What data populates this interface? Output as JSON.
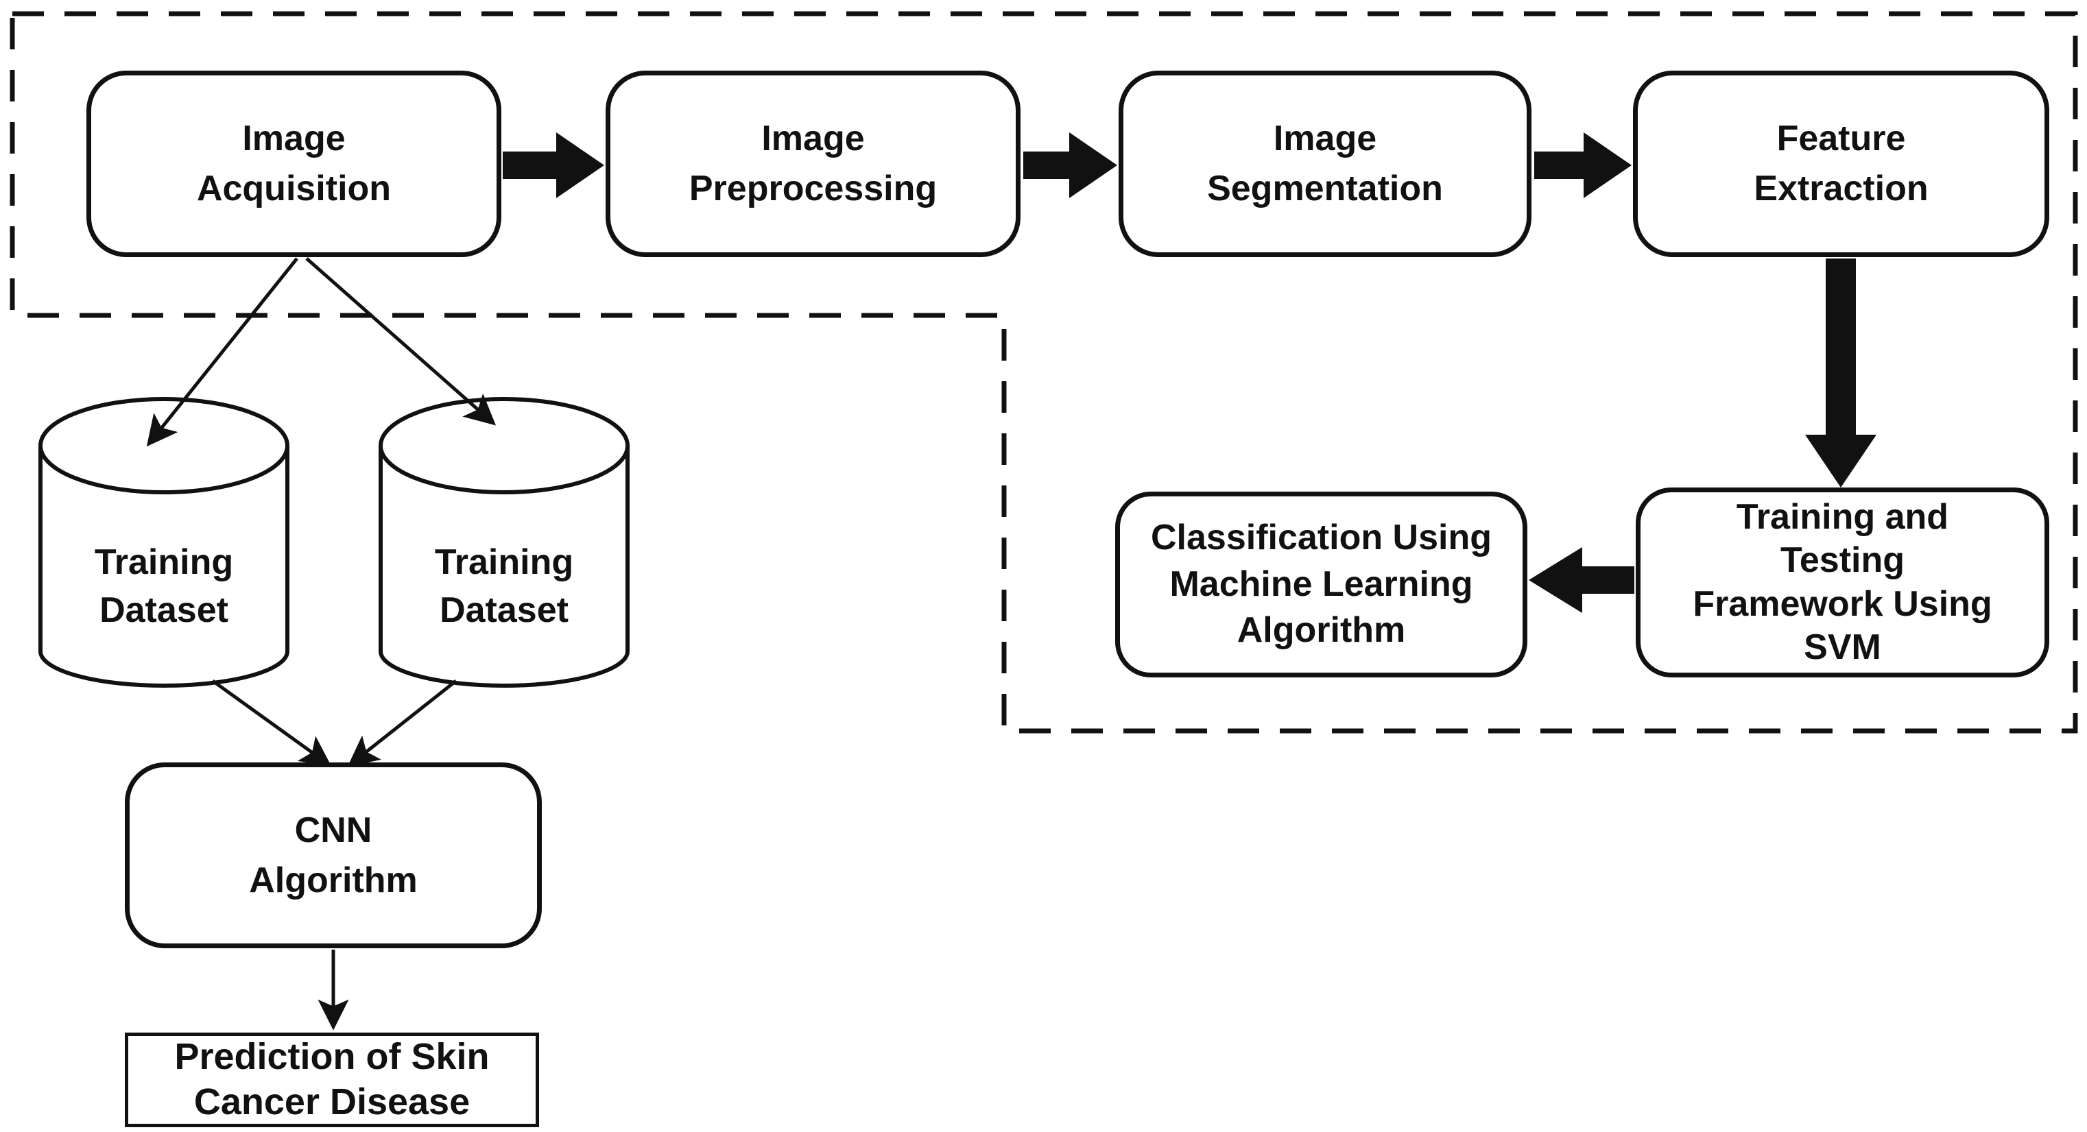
{
  "nodes": {
    "image_acquisition": {
      "label": "Image\nAcquisition"
    },
    "image_preprocessing": {
      "label": "Image\nPreprocessing"
    },
    "image_segmentation": {
      "label": "Image\nSegmentation"
    },
    "feature_extraction": {
      "label": "Feature\nExtraction"
    },
    "training_testing": {
      "label": "Training and\nTesting\nFramework Using\nSVM"
    },
    "classification": {
      "label": "Classification Using\nMachine Learning\nAlgorithm"
    },
    "training_dataset_1": {
      "label": "Training\nDataset"
    },
    "training_dataset_2": {
      "label": "Training\nDataset"
    },
    "cnn": {
      "label": "CNN\nAlgorithm"
    },
    "prediction": {
      "label": "Prediction of Skin\nCancer Disease"
    }
  },
  "colors": {
    "line": "#111111",
    "background": "#ffffff"
  }
}
